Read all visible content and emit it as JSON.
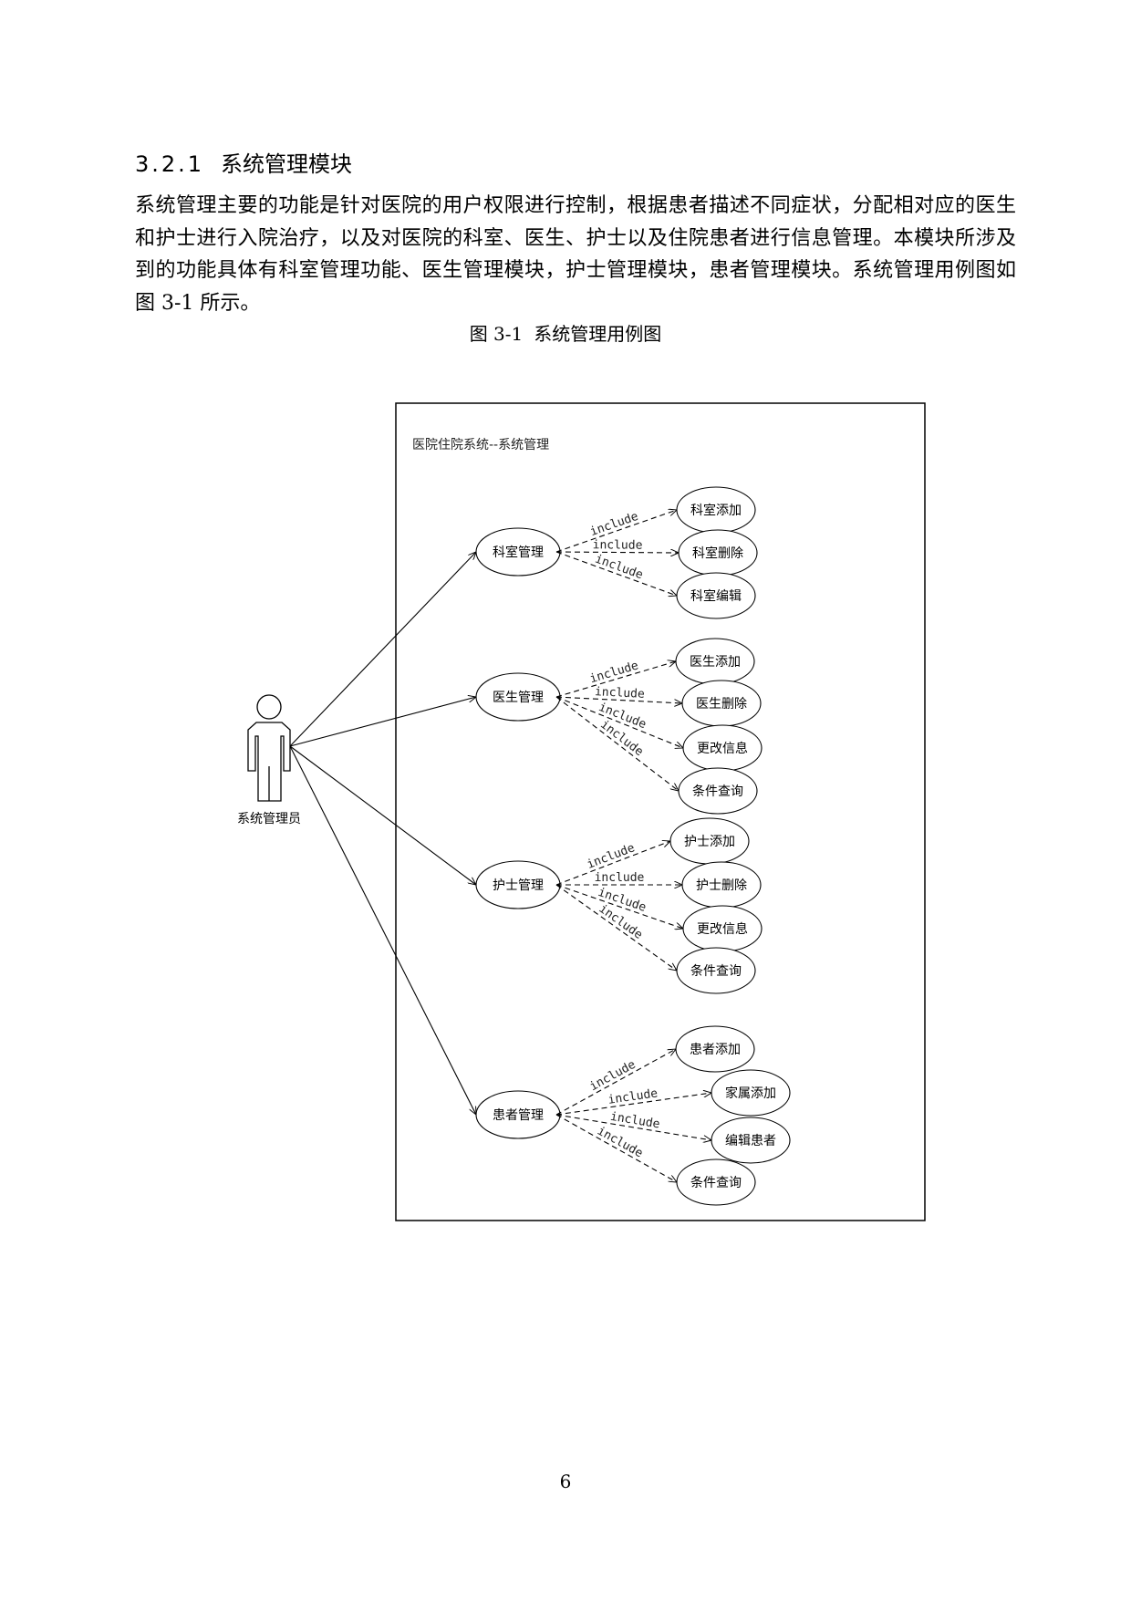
{
  "section": {
    "number": "3.2.1",
    "title": "系统管理模块"
  },
  "paragraph": "系统管理主要的功能是针对医院的用户权限进行控制，根据患者描述不同症状，分配相对应的医生和护士进行入院治疗，以及对医院的科室、医生、护士以及住院患者进行信息管理。本模块所涉及到的功能具体有科室管理功能、医生管理模块，护士管理模块，患者管理模块。系统管理用例图如图 3-1 所示。",
  "figure": {
    "label": "图 3-1",
    "title": "系统管理用例图",
    "boundary_title": "医院住院系统--系统管理",
    "actor": "系统管理员",
    "relation_label": "include",
    "groups": [
      {
        "name": "科室管理",
        "use_cases": [
          "科室添加",
          "科室删除",
          "科室编辑"
        ]
      },
      {
        "name": "医生管理",
        "use_cases": [
          "医生添加",
          "医生删除",
          "更改信息",
          "条件查询"
        ]
      },
      {
        "name": "护士管理",
        "use_cases": [
          "护士添加",
          "护士删除",
          "更改信息",
          "条件查询"
        ]
      },
      {
        "name": "患者管理",
        "use_cases": [
          "患者添加",
          "家属添加",
          "编辑患者",
          "条件查询"
        ]
      }
    ]
  },
  "page_number": "6"
}
